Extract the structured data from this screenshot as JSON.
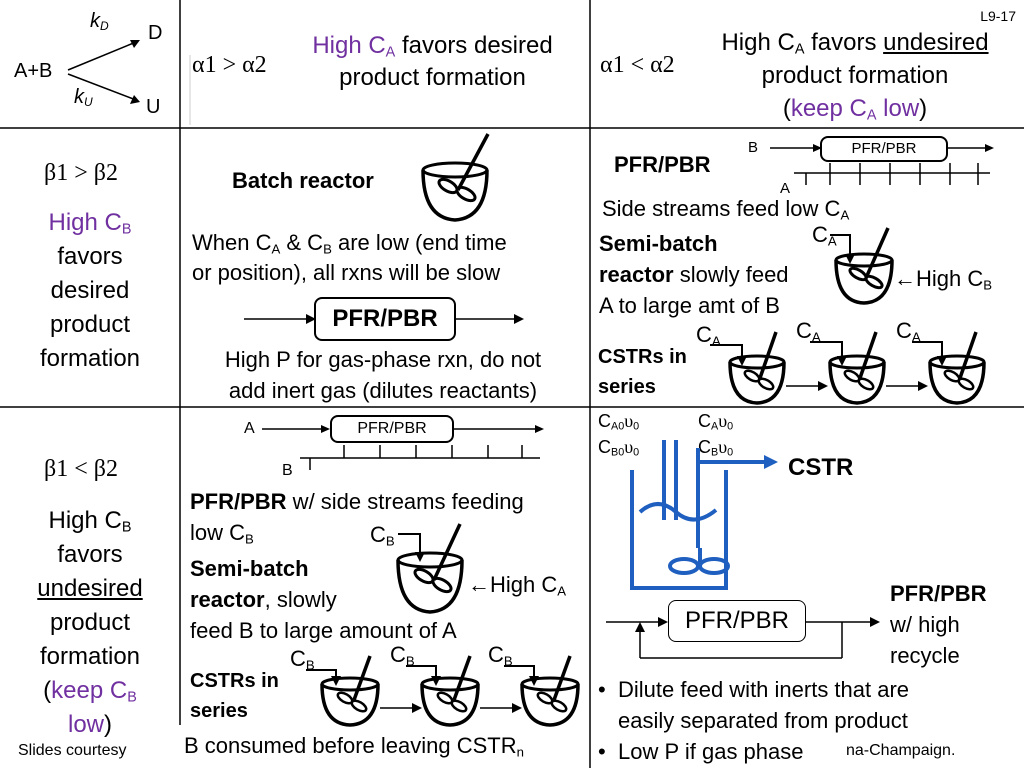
{
  "slide_id": "L9-17",
  "header": {
    "kD": "k",
    "kD_sub": "D",
    "kU": "k",
    "kU_sub": "U",
    "reactants": "A+B",
    "prod_D": "D",
    "prod_U": "U",
    "alpha_gt": "α1 > α2",
    "alpha_lt": "α1 < α2",
    "col2_line1a": "High C",
    "col2_line1sub": "A",
    "col2_line1b": " favors desired",
    "col2_line2": "product formation",
    "col3_line1a": "High C",
    "col3_line1sub": "A",
    "col3_line1b": " favors ",
    "col3_line1c": "undesired",
    "col3_line2": "product formation",
    "col3_line3a": "(",
    "col3_line3b": "keep C",
    "col3_line3sub": "A",
    "col3_line3c": " low",
    "col3_line3d": ")"
  },
  "row1": {
    "beta": "β1 > β2",
    "lbl1a": "High C",
    "lbl1sub": "B",
    "lbl2": "favors",
    "lbl3": "desired",
    "lbl4": "product",
    "lbl5": "formation",
    "batch_title": "Batch reactor",
    "when_line1a": "When C",
    "when_line1s1": "A",
    "when_line1b": " & C",
    "when_line1s2": "B",
    "when_line1c": " are low (end time",
    "when_line2": "or position), all rxns will be slow",
    "pfr_label": "PFR/PBR",
    "highp_line1": "High P for gas-phase rxn, do not",
    "highp_line2": "add inert gas (dilutes reactants)",
    "r_pfr_title": "PFR/PBR",
    "r_pfr_box": "PFR/PBR",
    "r_pfr_B": "B",
    "r_pfr_A": "A",
    "side_a": "Side streams feed low C",
    "side_sub": "A",
    "semi_title1": "Semi-batch",
    "semi_title2": "reactor",
    "semi_rest2": " slowly feed",
    "semi_line3": "A to large amt of B",
    "ca_label": "C",
    "ca_sub": "A",
    "highcb": "←High C",
    "highcb_sub": "B",
    "cstrs1": "CSTRs in",
    "cstrs2": "series",
    "ca1": "C",
    "ca2": "C",
    "ca3": "C",
    "ca_sub_all": "A"
  },
  "row2": {
    "beta": "β1 < β2",
    "lbl1a": "High C",
    "lbl1sub": "B",
    "lbl2": "favors",
    "lbl3": "undesired",
    "lbl4": "product",
    "lbl5": "formation",
    "lbl6a": "(",
    "lbl6b": "keep C",
    "lbl6sub": "B",
    "lbl7a": "low",
    "lbl7b": ")",
    "pfr_box": "PFR/PBR",
    "pfr_A": "A",
    "pfr_B": "B",
    "pfr_text_b": "PFR/PBR",
    "pfr_text_rest": " w/ side streams feeding",
    "pfr_text_line2a": "low C",
    "pfr_text_line2sub": "B",
    "cb_label": "C",
    "cb_sub": "B",
    "semi1": "Semi-batch",
    "semi2b": "reactor",
    "semi2rest": ", slowly",
    "semi3": "feed B to large amount of A",
    "highca": "←High C",
    "highca_sub": "A",
    "cstrs1": "CSTRs in",
    "cstrs2": "series",
    "cb1": "C",
    "cb2": "C",
    "cb3": "C",
    "cb_sub_all": "B",
    "consumed_a": "B consumed before leaving CSTR",
    "consumed_sub": "n",
    "feed_ca0": "C",
    "feed_ca0_sub": "A0",
    "feed_cb0": "C",
    "feed_cb0_sub": "B0",
    "upsilon0": "υ",
    "upsilon0_sub": "0",
    "out_ca": "C",
    "out_ca_sub": "A",
    "out_cb": "C",
    "out_cb_sub": "B",
    "cstr_title": "CSTR",
    "recycle_box": "PFR/PBR",
    "recycle1": "PFR/PBR",
    "recycle2": "w/ high",
    "recycle3": "recycle",
    "bullet1a": "Dilute feed with inerts that are",
    "bullet1b": "easily separated from product",
    "bullet2": "Low P if gas phase",
    "bullet_dot": "•"
  },
  "footer": {
    "left": "Slides courtesy",
    "right": "na-Champaign."
  },
  "colors": {
    "purple": "#7030a0",
    "cstr_blue": "#1f5fbf"
  }
}
